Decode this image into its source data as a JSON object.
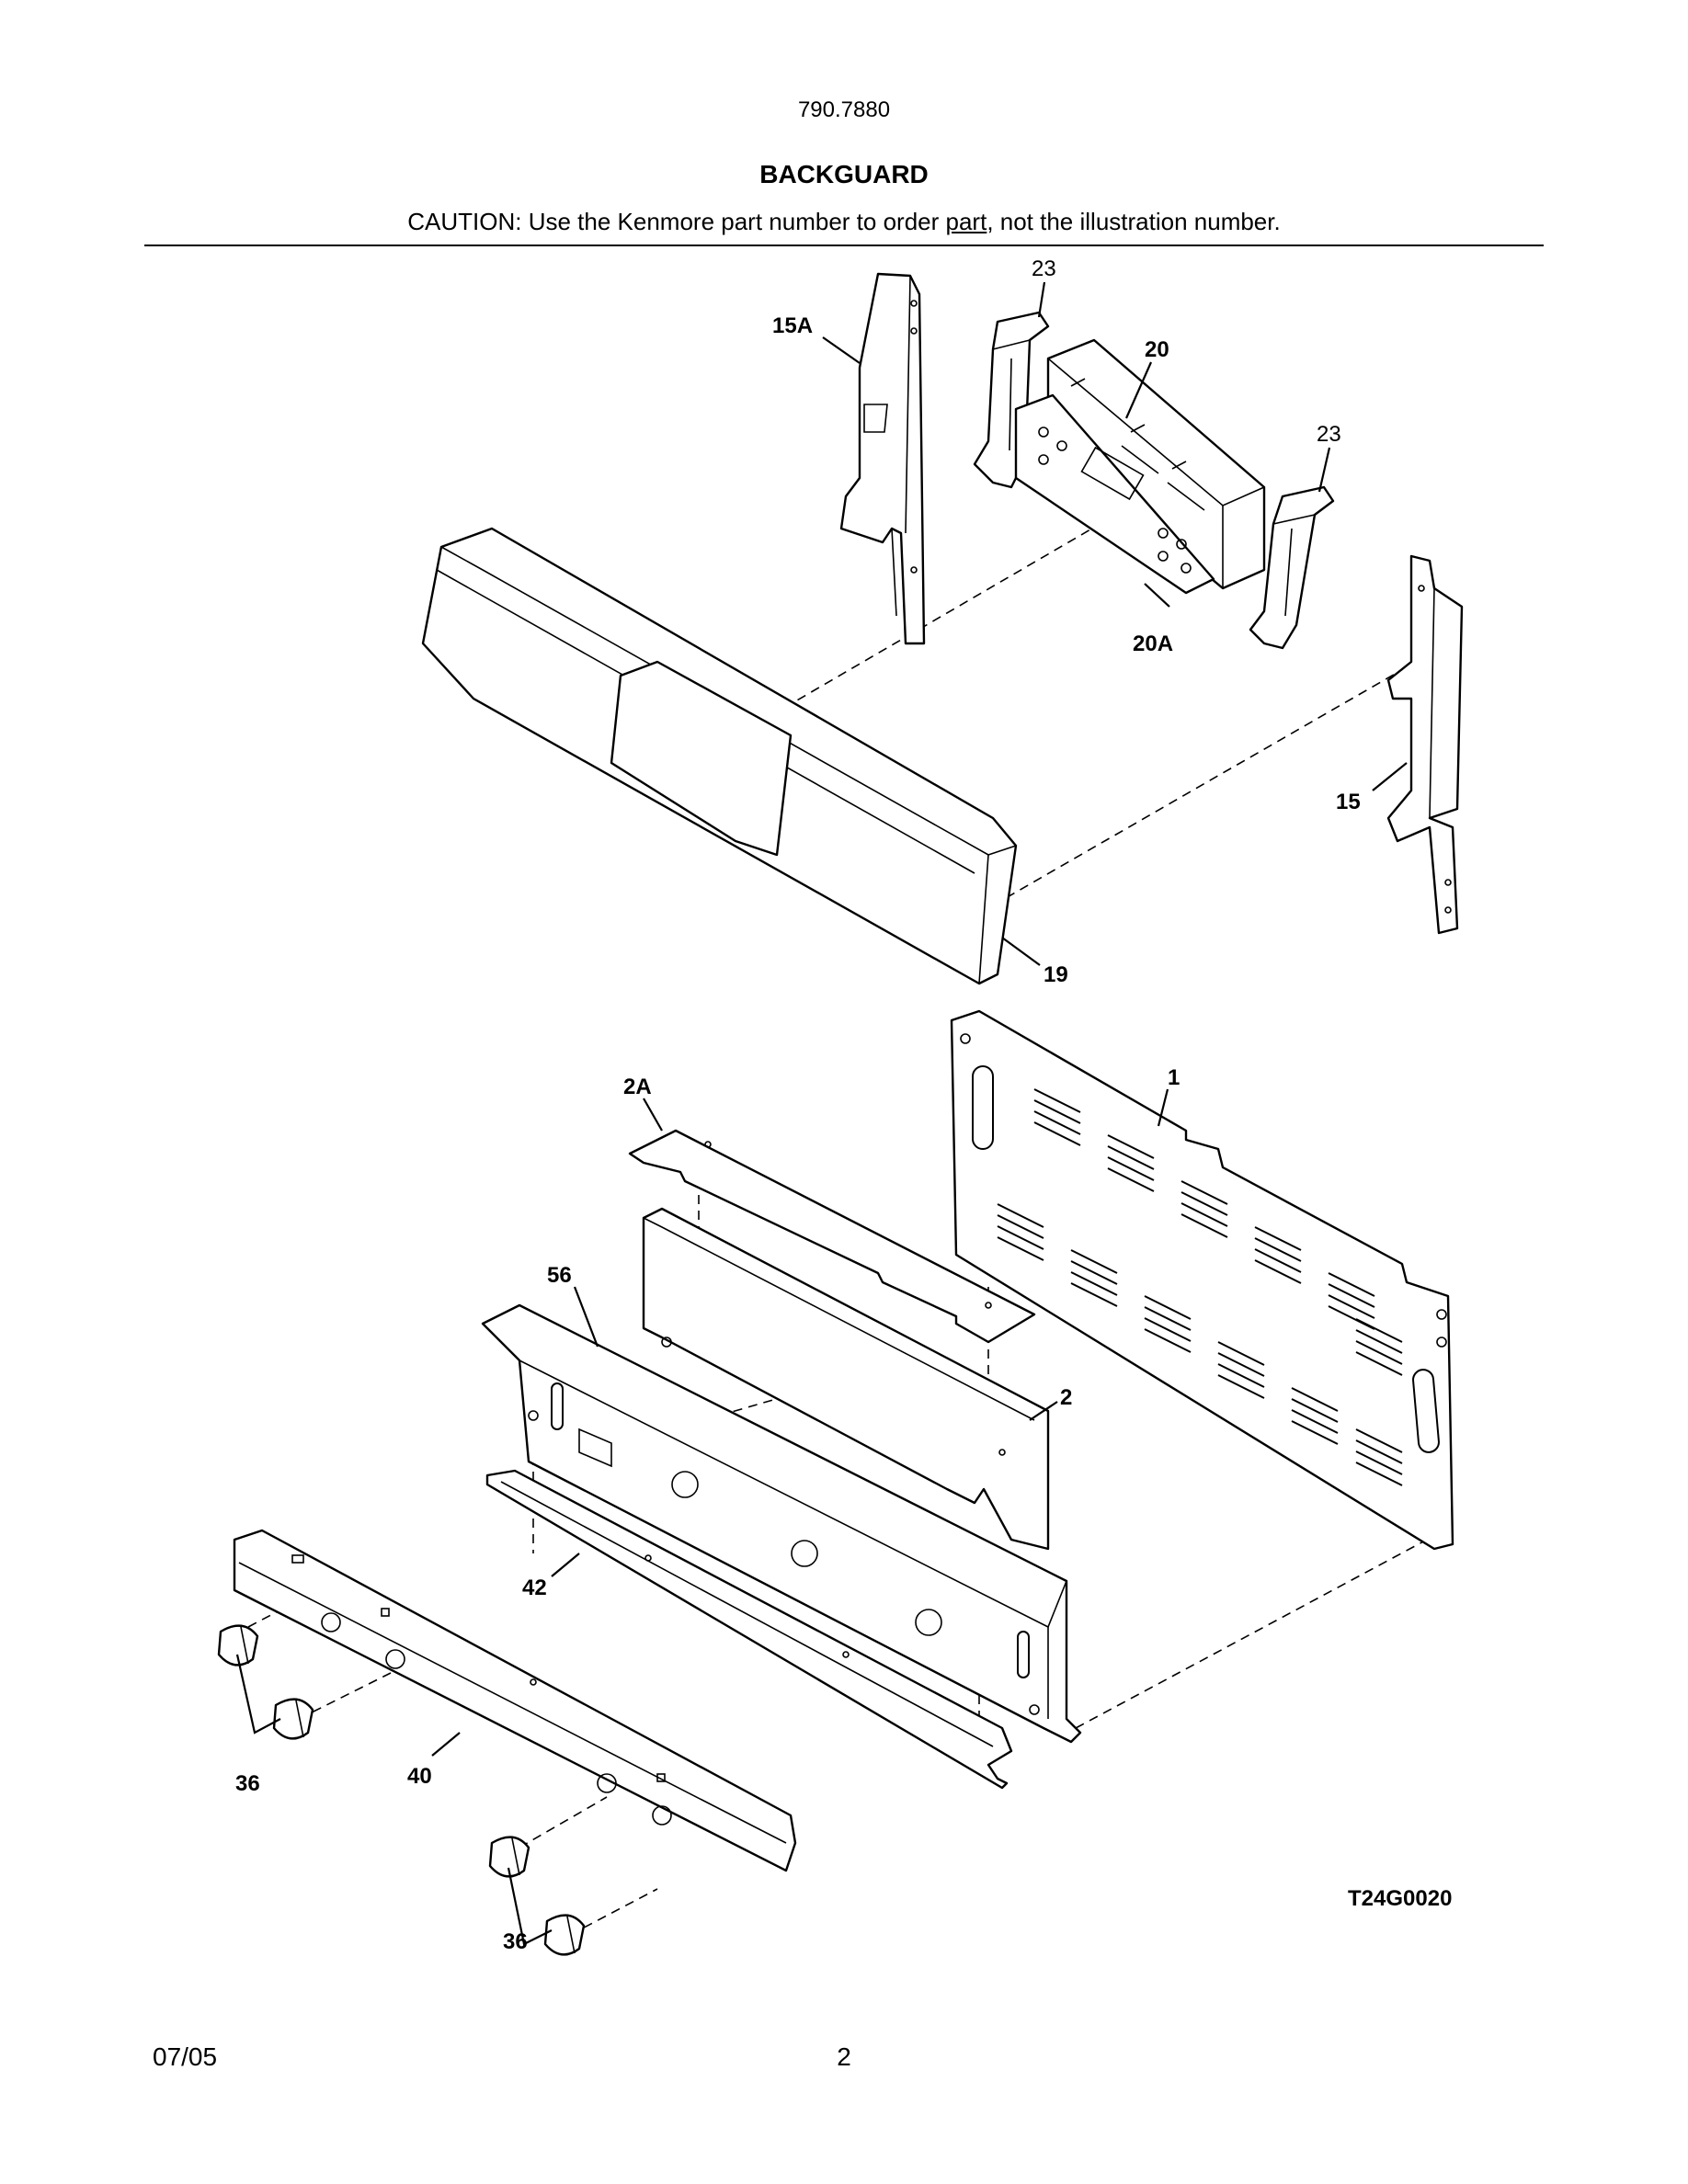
{
  "header": {
    "model_number": "790.7880",
    "section_title": "BACKGUARD",
    "caution_prefix": "CAUTION: Use the Kenmore part number to order ",
    "caution_underlined": "part",
    "caution_suffix": ", not the illustration number."
  },
  "callouts": {
    "c23a": "23",
    "c15a": "15A",
    "c20": "20",
    "c23b": "23",
    "c20a": "20A",
    "c15": "15",
    "c19": "19",
    "c2a": "2A",
    "c1": "1",
    "c56": "56",
    "c2": "2",
    "c42": "42",
    "c36a": "36",
    "c40": "40",
    "c36b": "36"
  },
  "figure_code": "T24G0020",
  "footer": {
    "date": "07/05",
    "page_number": "2"
  }
}
